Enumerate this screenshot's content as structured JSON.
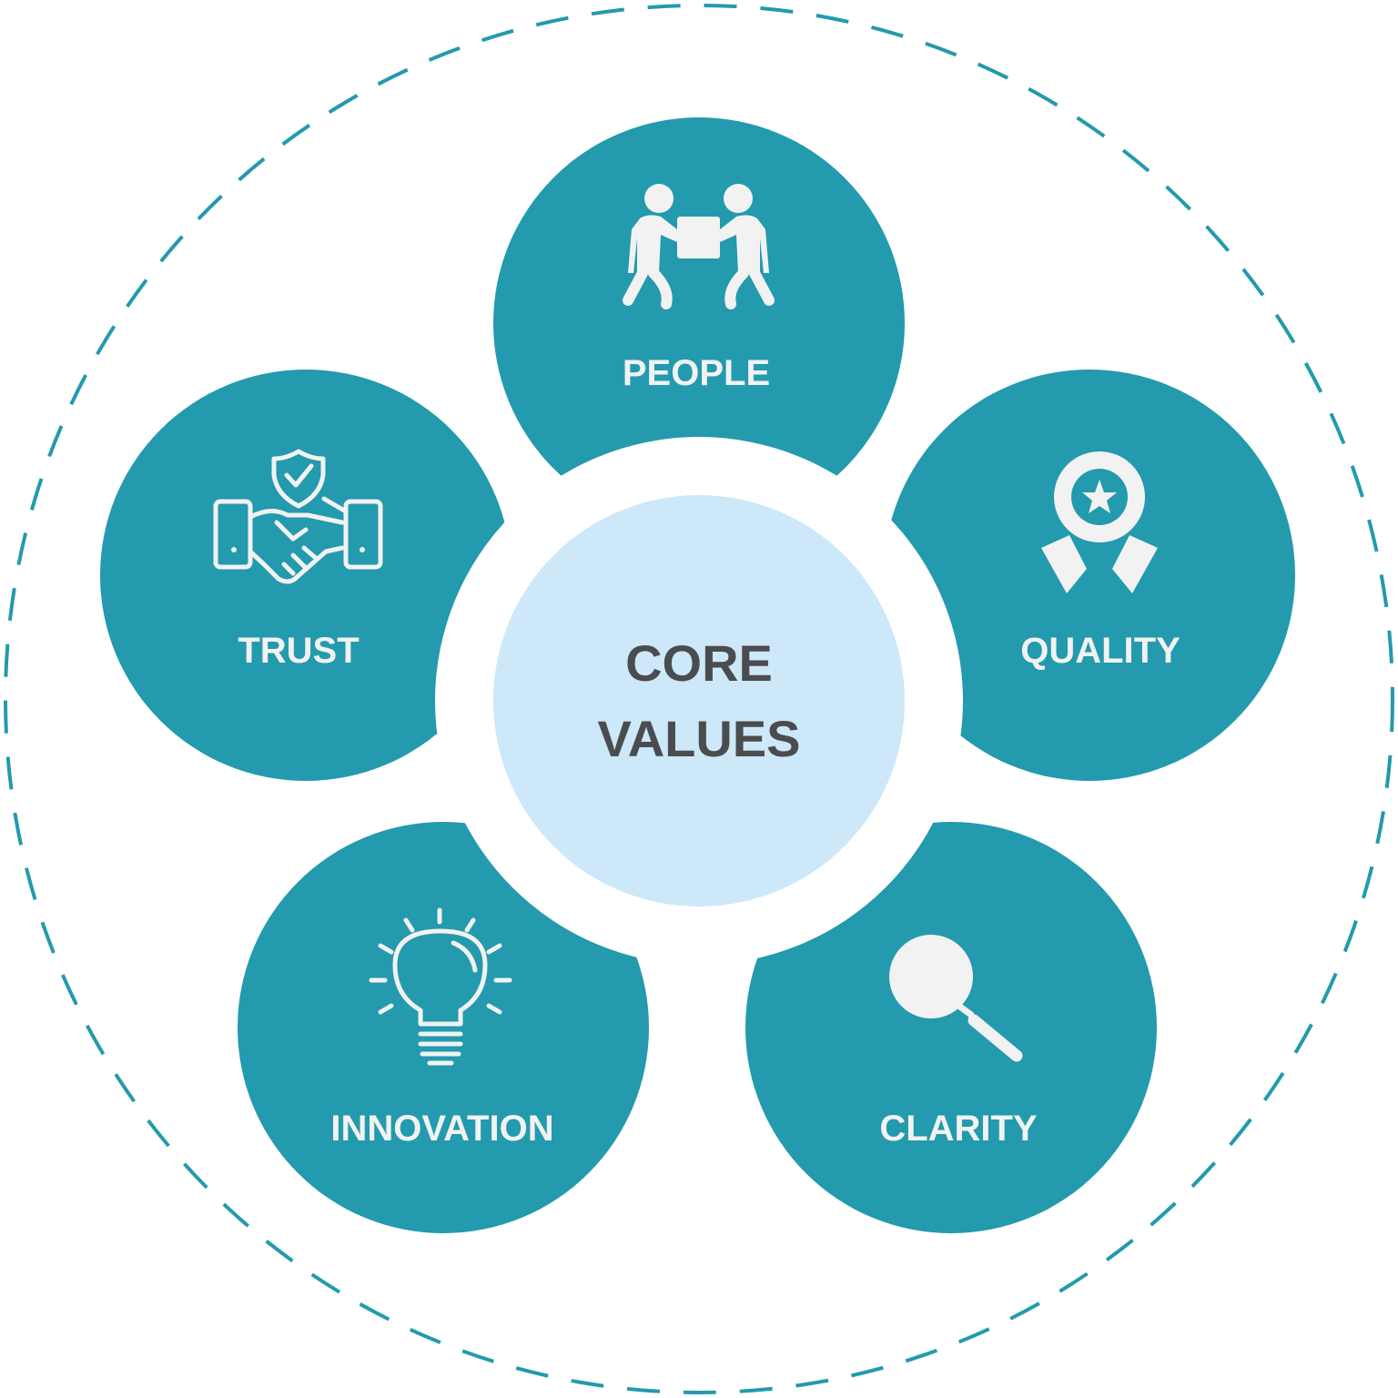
{
  "colors": {
    "petal": "#239aad",
    "center": "#cde8f8",
    "center_text": "#4a4c4f",
    "label_text": "#f2f2f2",
    "icon": "#f2f2f2",
    "ring": "#239aad",
    "background": "#ffffff"
  },
  "center": {
    "line1": "CORE",
    "line2": "VALUES"
  },
  "values": [
    {
      "label": "PEOPLE",
      "icon": "people-carrying-box-icon"
    },
    {
      "label": "TRUST",
      "icon": "handshake-shield-icon"
    },
    {
      "label": "QUALITY",
      "icon": "award-ribbon-icon"
    },
    {
      "label": "INNOVATION",
      "icon": "lightbulb-icon"
    },
    {
      "label": "CLARITY",
      "icon": "magnifying-glass-icon"
    }
  ]
}
